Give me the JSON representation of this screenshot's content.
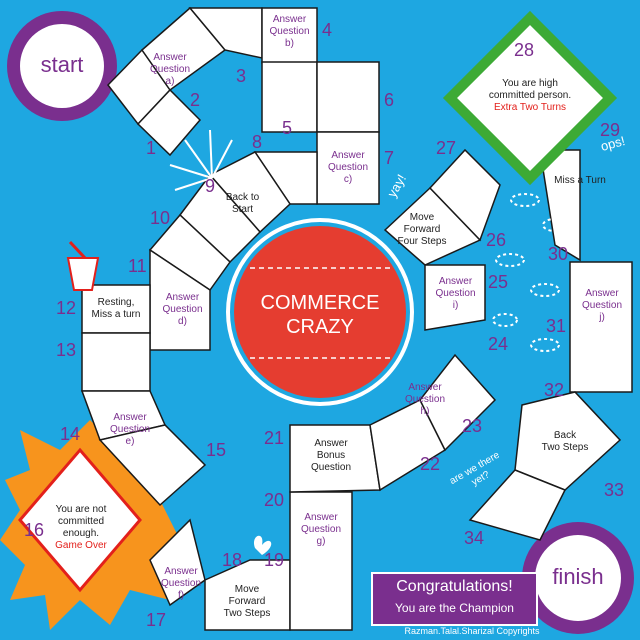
{
  "start_label": "start",
  "finish_label": "finish",
  "center": {
    "line1": "COMMERCE",
    "line2": "CRAZY"
  },
  "squares": {
    "s1": "1",
    "s2": "2",
    "s3": "3",
    "s4": "4",
    "s5": "5",
    "s6": "6",
    "s7": "7",
    "s8": "8",
    "s9": "9",
    "s10": "10",
    "s11": "11",
    "s12": "12",
    "s13": "13",
    "s14": "14",
    "s15": "15",
    "s16": "16",
    "s17": "17",
    "s18": "18",
    "s19": "19",
    "s20": "20",
    "s21": "21",
    "s22": "22",
    "s23": "23",
    "s24": "24",
    "s25": "25",
    "s26": "26",
    "s27": "27",
    "s28": "28",
    "s29": "29",
    "s30": "30",
    "s31": "31",
    "s32": "32",
    "s33": "33",
    "s34": "34"
  },
  "tiles": {
    "qa_1": "Answer",
    "qa_2": "Question",
    "qa_3": "a)",
    "qb_1": "Answer",
    "qb_2": "Question",
    "qb_3": "b)",
    "qc_1": "Answer",
    "qc_2": "Question",
    "qc_3": "c)",
    "qd_1": "Answer",
    "qd_2": "Question",
    "qd_3": "d)",
    "qe_1": "Answer",
    "qe_2": "Question",
    "qe_3": "e)",
    "qf_1": "Answer",
    "qf_2": "Question",
    "qf_3": "f)",
    "qg_1": "Answer",
    "qg_2": "Question",
    "qg_3": "g)",
    "qh_1": "Answer",
    "qh_2": "Question",
    "qh_3": "h)",
    "qi_1": "Answer",
    "qi_2": "Question",
    "qi_3": "i)",
    "qj_1": "Answer",
    "qj_2": "Question",
    "qj_3": "j)",
    "back_start_1": "Back to",
    "back_start_2": "Start",
    "resting_1": "Resting,",
    "resting_2": "Miss a turn",
    "bonus_1": "Answer",
    "bonus_2": "Bonus",
    "bonus_3": "Question",
    "move4_1": "Move",
    "move4_2": "Forward",
    "move4_3": "Four Steps",
    "miss_turn": "Miss a Turn",
    "back2_1": "Back",
    "back2_2": "Two Steps",
    "move2_1": "Move",
    "move2_2": "Forward",
    "move2_3": "Two Steps"
  },
  "good_card": {
    "l1": "You are high",
    "l2": "committed person.",
    "l3": "Extra Two Turns"
  },
  "bad_card": {
    "l1": "You are not",
    "l2": "committed",
    "l3": "enough.",
    "l4": "Game Over"
  },
  "doodles": {
    "yay": "yay!",
    "ops": "ops!",
    "question_marks": "??",
    "are_we_there_yet": "are we there yet?"
  },
  "banner": {
    "line1": "Congratulations!",
    "line2": "You are the Champion"
  },
  "copyright": "Razman.Talal.Sharizal Copyrights",
  "colors": {
    "background": "#1ea7e1",
    "purple": "#7a2f8e",
    "green": "#3daa35",
    "orange": "#f7941d",
    "red": "#e3201b"
  }
}
